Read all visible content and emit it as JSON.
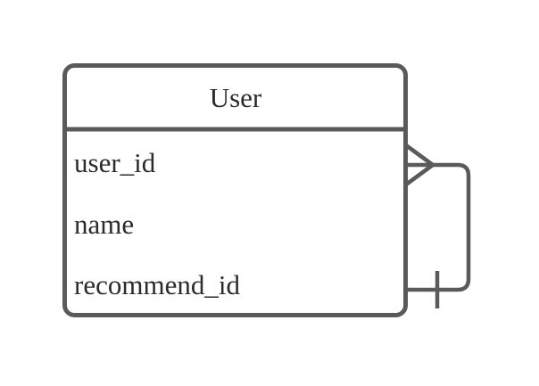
{
  "diagram": {
    "type": "entity-relationship-diagram",
    "notation": "crow's-foot",
    "background_color": "#ffffff",
    "stroke_color": "#5a5a5a",
    "text_color": "#2b2b2b",
    "entity": {
      "name": "User",
      "attributes": [
        {
          "label": "user_id"
        },
        {
          "label": "name"
        },
        {
          "label": "recommend_id"
        }
      ]
    },
    "relationship": {
      "kind": "self-referencing",
      "from_entity": "User",
      "to_entity": "User",
      "source_cardinality_symbol": "crow's-foot-many",
      "target_cardinality_symbol": "one-tick",
      "cardinality": "one-to-many",
      "label": ""
    }
  }
}
